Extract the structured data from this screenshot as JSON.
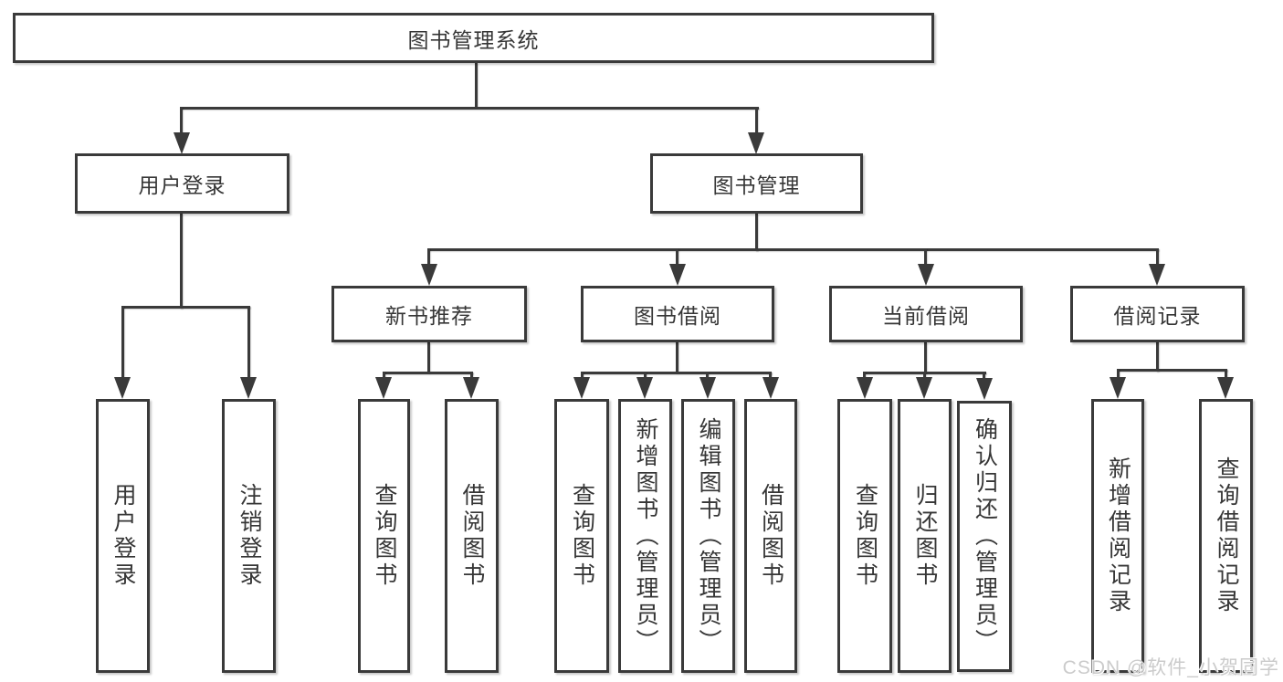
{
  "diagram": {
    "title": "图书管理系统",
    "labels": {
      "root": "图书管理系统",
      "user_login": "用户登录",
      "book_management": "图书管理",
      "l3": [
        "新书推荐",
        "图书借阅",
        "当前借阅",
        "借阅记录"
      ],
      "user_login_children": [
        "用户登录",
        "注销登录"
      ],
      "recommend_children": [
        "查询图书",
        "借阅图书"
      ],
      "borrow_children": [
        "查询图书",
        "新增图书（管理员）",
        "编辑图书（管理员）",
        "借阅图书"
      ],
      "current_children": [
        "查询图书",
        "归还图书",
        "确认归还（管理员）"
      ],
      "records_children": [
        "新增借阅记录",
        "查询借阅记录"
      ]
    }
  },
  "watermark": {
    "text": "CSDN @软件_小贺同学"
  },
  "colors": {
    "line": "#3a3a3a",
    "text": "#363636",
    "box_fill": "#ffffff",
    "background": "#ffffff",
    "watermark": "#cbcbcb"
  }
}
